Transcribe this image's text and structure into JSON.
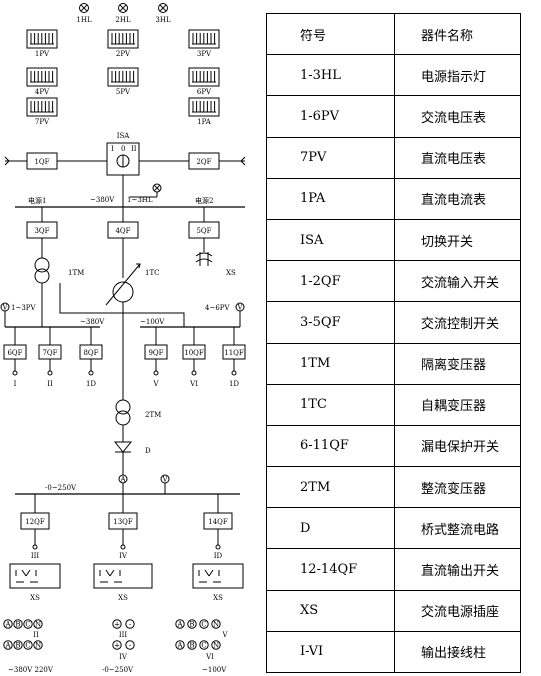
{
  "diagram": {
    "lamps": [
      "1HL",
      "2HL",
      "3HL"
    ],
    "meters": [
      "1PV",
      "2PV",
      "3PV",
      "4PV",
      "5PV",
      "6PV",
      "7PV",
      "1PA"
    ],
    "switch_isa": "ISA",
    "sw_pos": [
      "I",
      "0",
      "II"
    ],
    "qf1": "1QF",
    "qf2": "2QF",
    "v380_top": "~380V",
    "hl_label": "1~3HL",
    "power1": "电源1",
    "power2": "电源2",
    "qf3": "3QF",
    "qf4": "4QF",
    "qf5": "5QF",
    "tm1": "1TM",
    "tc1": "1TC",
    "xs": "XS",
    "v1pv": "1~3PV",
    "v6pv": "4~6PV",
    "v380_mid": "~380V",
    "v100_mid": "~100V",
    "qf_row": [
      "6QF",
      "7QF",
      "8QF",
      "9QF",
      "10QF",
      "11QF"
    ],
    "term_row": [
      "I",
      "II",
      "1D",
      "V",
      "VI",
      "1D"
    ],
    "tm2": "2TM",
    "diode": "D",
    "meter_a": "A",
    "meter_v": "V",
    "v250": "-0~250V",
    "qf_dc": [
      "12QF",
      "13QF",
      "14QF"
    ],
    "term_dc": [
      "III",
      "IV",
      "ID"
    ],
    "xs_labels": [
      "XS",
      "XS",
      "XS"
    ],
    "abcn": [
      "A",
      "B",
      "C",
      "N"
    ],
    "term_b": [
      "II",
      "III",
      "V"
    ],
    "pm": [
      "+",
      "-",
      "+",
      "-"
    ],
    "b_iv": "IV",
    "b_vi": "VI",
    "volt_b": [
      "~380V 220V",
      "-0~250V",
      "~100V"
    ]
  },
  "legend": {
    "header": [
      "符号",
      "器件名称"
    ],
    "rows": [
      [
        "1-3HL",
        "电源指示灯"
      ],
      [
        "1-6PV",
        "交流电压表"
      ],
      [
        "7PV",
        "直流电压表"
      ],
      [
        "1PA",
        "直流电流表"
      ],
      [
        "ISA",
        "切换开关"
      ],
      [
        "1-2QF",
        "交流输入开关"
      ],
      [
        "3-5QF",
        "交流控制开关"
      ],
      [
        "1TM",
        "隔离变压器"
      ],
      [
        "1TC",
        "自耦变压器"
      ],
      [
        "6-11QF",
        "漏电保护开关"
      ],
      [
        "2TM",
        "整流变压器"
      ],
      [
        "D",
        "桥式整流电路"
      ],
      [
        "12-14QF",
        "直流输出开关"
      ],
      [
        "XS",
        "交流电源插座"
      ],
      [
        "I-VI",
        "输出接线柱"
      ]
    ]
  }
}
